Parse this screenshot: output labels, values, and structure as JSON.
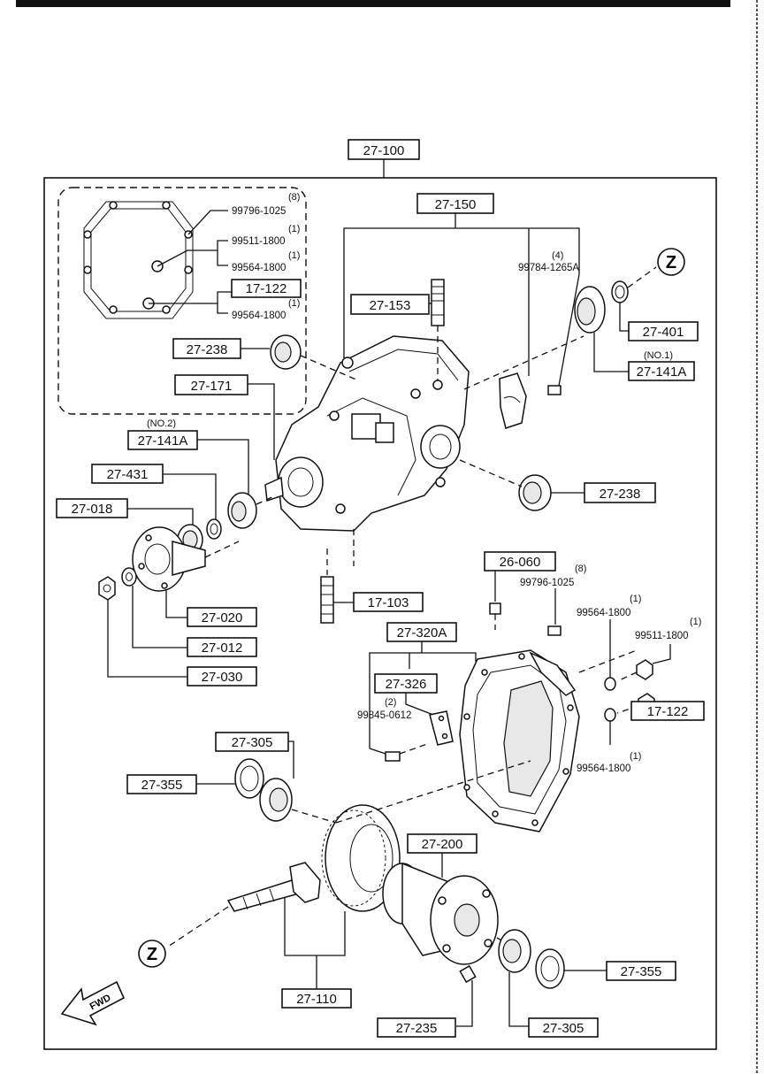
{
  "callouts": {
    "assembly": "27-100",
    "housing_assy": "27-150",
    "stud_top": "27-153",
    "plug_left": "27-238",
    "housing": "27-171",
    "bearing_no2_qty": "(NO.2)",
    "bearing_no2": "27-141A",
    "spacer": "27-431",
    "seal": "27-018",
    "companion_flange": "27-020",
    "washer": "27-012",
    "nut": "27-030",
    "bearing_no1_qty": "(NO.1)",
    "bearing_no1": "27-141A",
    "washer_right": "27-401",
    "plug_right": "27-238",
    "stud_bottom": "17-103",
    "breather": "26-060",
    "cover_assy": "27-320A",
    "bracket": "27-326",
    "gasket_right": "17-122",
    "side_bearing_left": "27-305",
    "adjuster_left": "27-355",
    "differential": "27-200",
    "gear_set": "27-110",
    "ring_bolt": "27-235",
    "adjuster_right": "27-355",
    "side_bearing_right": "27-305",
    "inset_gasket": "17-122"
  },
  "part_numbers": {
    "inset_bolt_qty": "(8)",
    "inset_bolt": "99796-1025",
    "inset_plug1_qty": "(1)",
    "inset_plug1": "99511-1800",
    "inset_washer1_qty": "(1)",
    "inset_washer1": "99564-1800",
    "inset_washer2_qty": "(1)",
    "inset_washer2": "99564-1800",
    "cap_bolt_qty": "(4)",
    "cap_bolt": "99784-1265A",
    "cover_bolt_qty": "(8)",
    "cover_bolt": "99796-1025",
    "washer_a_qty": "(1)",
    "washer_a": "99564-1800",
    "plug_a_qty": "(1)",
    "plug_a": "99511-1800",
    "bracket_bolt_qty": "(2)",
    "bracket_bolt": "99845-0612",
    "washer_b_qty": "(1)",
    "washer_b": "99564-1800"
  },
  "markers": {
    "z_top": "Z",
    "z_bottom": "Z",
    "fwd": "FWD"
  }
}
